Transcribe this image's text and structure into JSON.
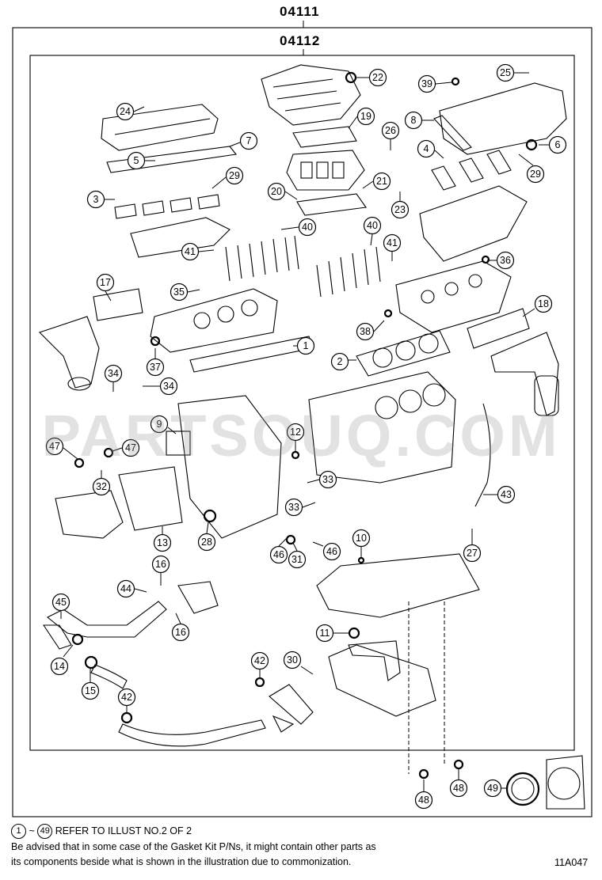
{
  "kit_codes": {
    "outer": "04111",
    "inner": "04112"
  },
  "watermark": "PARTSOUQ.COM",
  "note": {
    "range_start": "1",
    "range_end": "49",
    "tilde": "~",
    "refer": "REFER TO ILLUST NO.2 OF 2",
    "advice_line1": "Be advised that in some case of the Gasket Kit P/Ns,  it might contain other parts as",
    "advice_line2": "its components beside what is shown in the illustration due to commonization."
  },
  "diagram_id": "11A047",
  "callouts": [
    "1",
    "2",
    "3",
    "4",
    "5",
    "6",
    "7",
    "8",
    "9",
    "10",
    "11",
    "12",
    "13",
    "14",
    "15",
    "16",
    "16",
    "17",
    "18",
    "19",
    "20",
    "21",
    "22",
    "23",
    "24",
    "25",
    "26",
    "27",
    "28",
    "29",
    "29",
    "30",
    "31",
    "32",
    "33",
    "33",
    "34",
    "34",
    "35",
    "36",
    "37",
    "38",
    "39",
    "40",
    "40",
    "41",
    "41",
    "42",
    "42",
    "43",
    "44",
    "45",
    "46",
    "46",
    "47",
    "47",
    "48",
    "48",
    "49"
  ]
}
